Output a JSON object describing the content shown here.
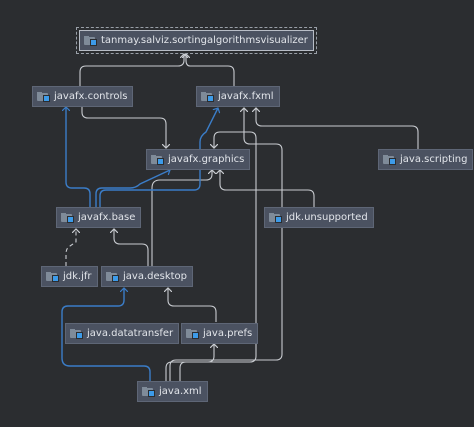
{
  "modules": {
    "root": "tanmay.salviz.sortingalgorithmsvisualizer",
    "javafx_controls": "javafx.controls",
    "javafx_fxml": "javafx.fxml",
    "javafx_graphics": "javafx.graphics",
    "java_scripting": "java.scripting",
    "javafx_base": "javafx.base",
    "jdk_unsupported": "jdk.unsupported",
    "jdk_jfr": "jdk.jfr",
    "java_desktop": "java.desktop",
    "java_datatransfer": "java.datatransfer",
    "java_prefs": "java.prefs",
    "java_xml": "java.xml"
  },
  "icon": "module-folder-icon",
  "colors": {
    "background": "#2b2d30",
    "node_fill": "#4b5261",
    "edge_normal": "#c9ccd1",
    "edge_highlight": "#3b7dc8",
    "badge": "#3d9be9"
  }
}
